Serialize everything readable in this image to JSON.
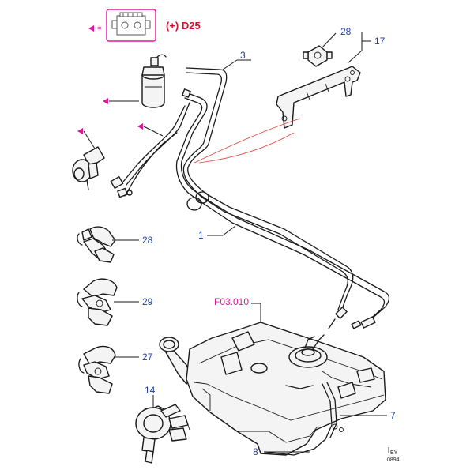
{
  "legend": {
    "marker_text": "=",
    "assembly_code": "(+) D25"
  },
  "callouts": {
    "c3": "3",
    "c28_top": "28",
    "c17": "17",
    "c1": "1",
    "c28": "28",
    "c29": "29",
    "c27": "27",
    "c14": "14",
    "ref": "F03.010",
    "c7": "7",
    "c8": "8"
  },
  "stamp": {
    "line1": "EY",
    "line2": "0894"
  },
  "colors": {
    "callout_number": "#1f3fa8",
    "reference_code": "#e0169a",
    "assembly_code": "#d0112b",
    "marker": "#e0169a",
    "red_leader": "#e0403a"
  },
  "markers": [
    "triangle-marker",
    "triangle-marker",
    "triangle-marker",
    "triangle-marker"
  ]
}
